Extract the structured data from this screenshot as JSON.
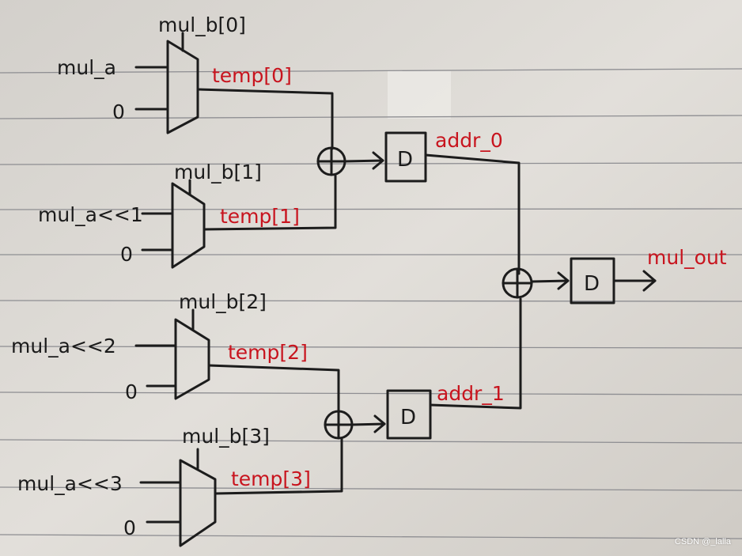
{
  "mux_units": [
    {
      "select": "mul_b[0]",
      "input_a": "mul_a",
      "input_zero": "0",
      "output": "temp[0]"
    },
    {
      "select": "mul_b[1]",
      "input_a": "mul_a<<1",
      "input_zero": "0",
      "output": "temp[1]"
    },
    {
      "select": "mul_b[2]",
      "input_a": "mul_a<<2",
      "input_zero": "0",
      "output": "temp[2]"
    },
    {
      "select": "mul_b[3]",
      "input_a": "mul_a<<3",
      "input_zero": "0",
      "output": "temp[3]"
    }
  ],
  "registers": {
    "label": "D"
  },
  "adder_outputs": [
    "addr_0",
    "addr_1"
  ],
  "final_output": "mul_out",
  "colors": {
    "ink": "#1c1c1c",
    "signal_red": "#c8141e",
    "paper": "#d9d6d1",
    "rule_lines": "#8e8e92"
  },
  "watermark": "CSDN @_lalla"
}
